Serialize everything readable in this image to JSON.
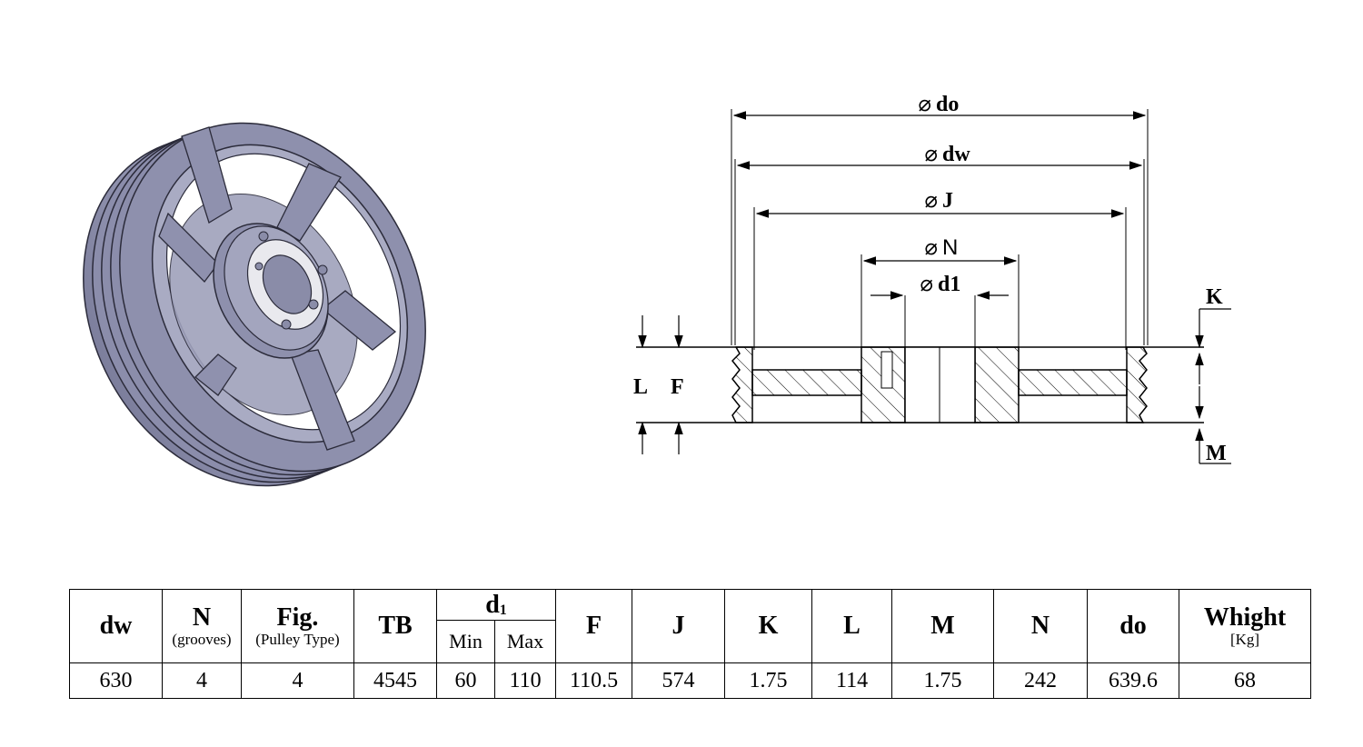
{
  "drawing": {
    "dim_do": "do",
    "dim_dw": "dw",
    "dim_J": "J",
    "dim_N": "N",
    "dim_d1": "d1",
    "dim_K": "K",
    "dim_L": "L",
    "dim_F": "F",
    "dim_M": "M",
    "diameter_symbol": "⌀"
  },
  "table": {
    "headers": {
      "dw": "dw",
      "N": "N",
      "N_sub": "(grooves)",
      "Fig": "Fig.",
      "Fig_sub": "(Pulley Type)",
      "TB": "TB",
      "d1_main": "d",
      "d1_sub": "1",
      "d1_min": "Min",
      "d1_max": "Max",
      "F": "F",
      "J": "J",
      "K": "K",
      "L": "L",
      "M": "M",
      "N2": "N",
      "do": "do",
      "weight": "Whight",
      "weight_unit": "[Kg]"
    },
    "row": {
      "dw": "630",
      "N": "4",
      "Fig": "4",
      "TB": "4545",
      "d1_min": "60",
      "d1_max": "110",
      "F": "110.5",
      "J": "574",
      "K": "1.75",
      "L": "114",
      "M": "1.75",
      "N2": "242",
      "do": "639.6",
      "weight": "68"
    }
  },
  "colors": {
    "pulley_body": "#8e90ad",
    "pulley_dark": "#6a6c88",
    "pulley_light": "#b3b5cc",
    "line": "#000000"
  }
}
